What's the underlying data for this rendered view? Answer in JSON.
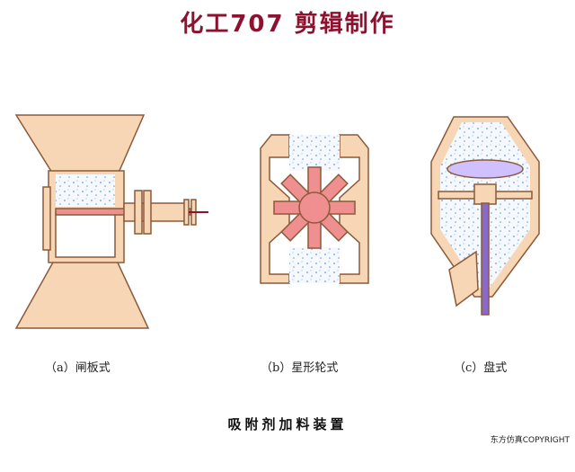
{
  "header": {
    "title": "化工707 剪辑制作"
  },
  "figures": [
    {
      "label": "（a）闸板式"
    },
    {
      "label": "（b）星形轮式"
    },
    {
      "label": "（c）盘式"
    }
  ],
  "caption": "吸附剂加料装置",
  "credit": "东方仿真COPYRIGHT",
  "colors": {
    "body": "#f6d6b4",
    "outline": "#8a5a3a",
    "accent": "#8b1330",
    "rotor": "#f08f8f",
    "spindle": "#8a6ac8",
    "granule": "#6a9ad8"
  }
}
